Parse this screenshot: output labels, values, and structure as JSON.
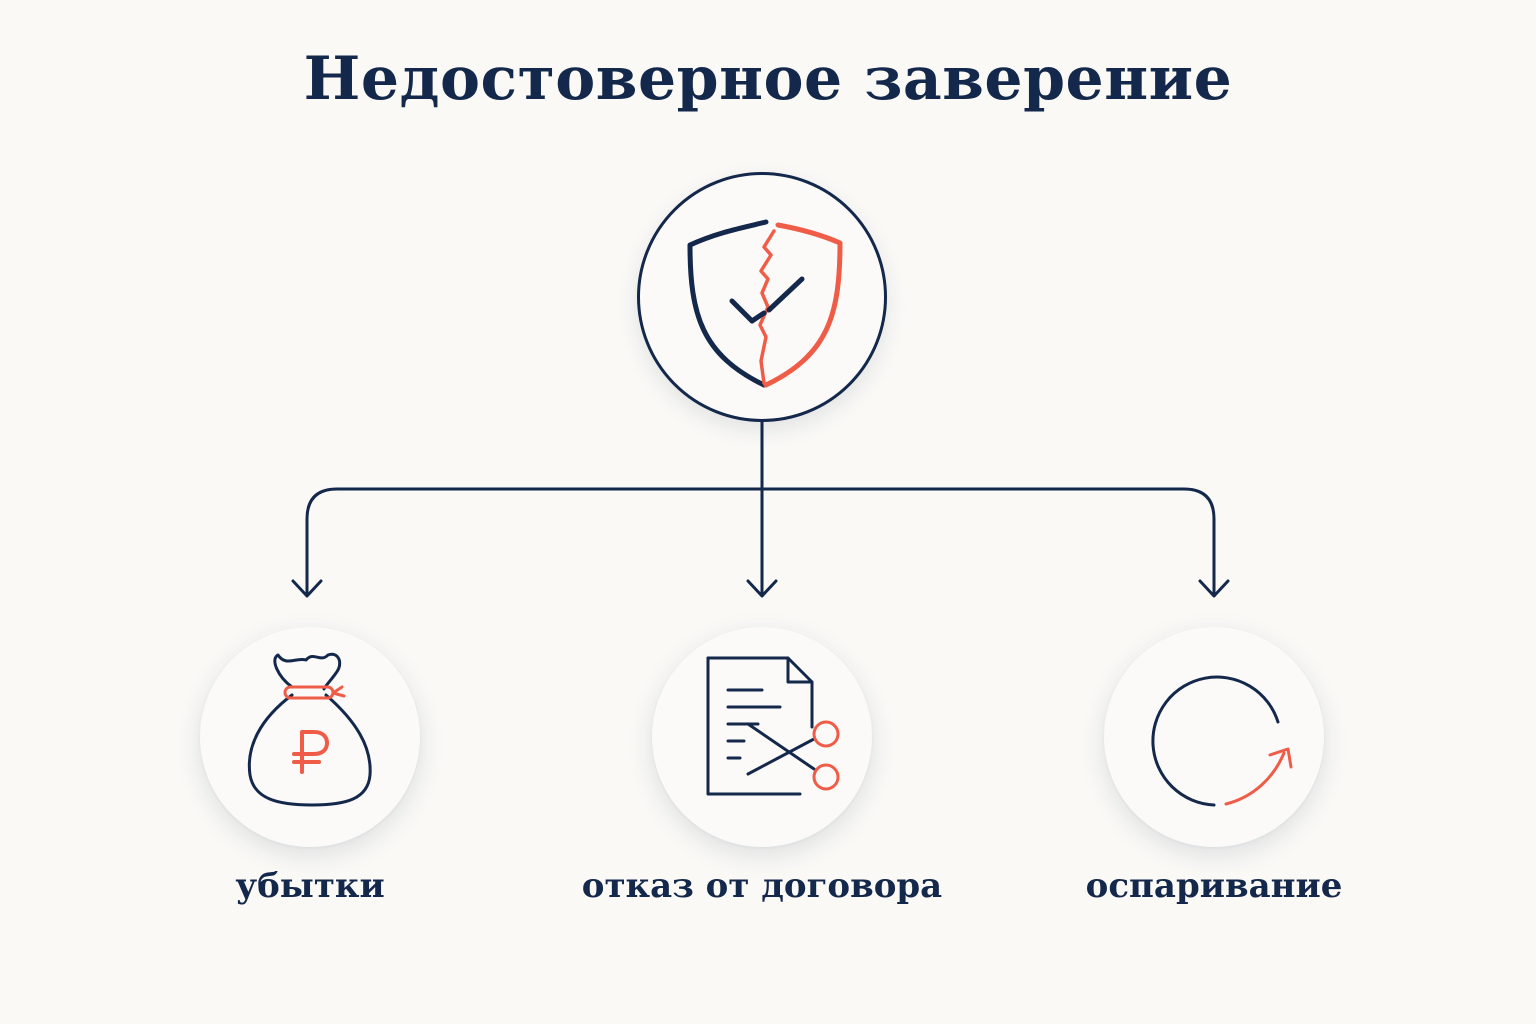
{
  "title": "Недостоверное заверение",
  "center": {
    "icon": "broken-shield-check-icon"
  },
  "consequences": [
    {
      "label": "убытки",
      "icon": "money-bag-ruble-icon"
    },
    {
      "label": "отказ от договора",
      "icon": "document-scissors-icon"
    },
    {
      "label": "оспаривание",
      "icon": "circular-arrow-icon"
    }
  ],
  "colors": {
    "navy": "#14284b",
    "accent": "#ef5d48",
    "background": "#faf9f6"
  }
}
